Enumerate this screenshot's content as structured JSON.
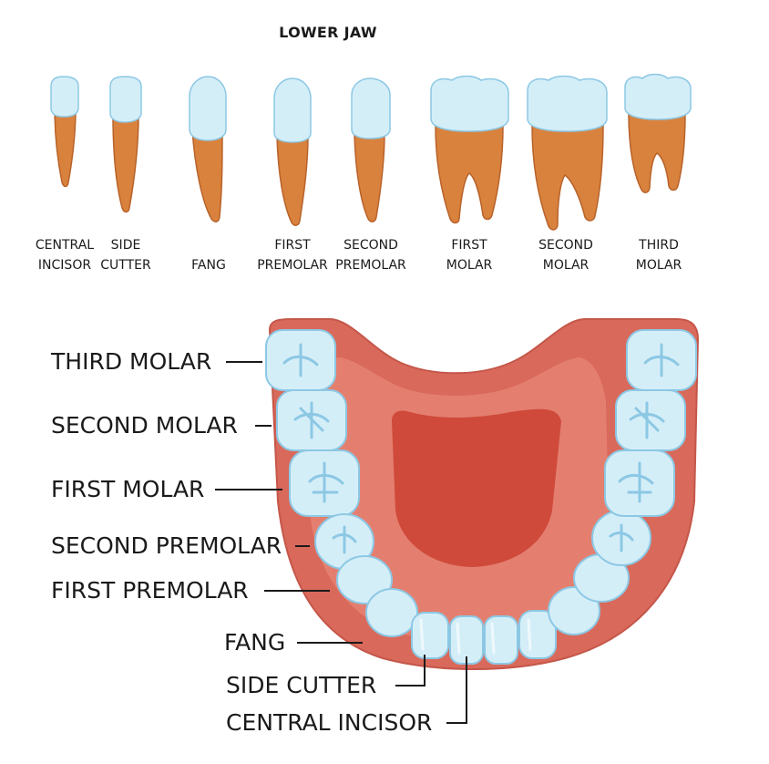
{
  "title": "LOWER JAW",
  "teeth_row": [
    {
      "key": "central-incisor",
      "label": "CENTRAL\nINCISOR"
    },
    {
      "key": "side-cutter",
      "label": "SIDE\nCUTTER"
    },
    {
      "key": "fang",
      "label": "FANG"
    },
    {
      "key": "first-premolar",
      "label": "FIRST\nPREMOLAR"
    },
    {
      "key": "second-premolar",
      "label": "SECOND\nPREMOLAR"
    },
    {
      "key": "first-molar",
      "label": "FIRST\nMOLAR"
    },
    {
      "key": "second-molar",
      "label": "SECOND\nMOLAR"
    },
    {
      "key": "third-molar",
      "label": "THIRD\nMOLAR"
    }
  ],
  "callouts": [
    {
      "key": "third-molar",
      "text": "THIRD MOLAR"
    },
    {
      "key": "second-molar",
      "text": "SECOND MOLAR"
    },
    {
      "key": "first-molar",
      "text": "FIRST MOLAR"
    },
    {
      "key": "second-premolar",
      "text": "SECOND PREMOLAR"
    },
    {
      "key": "first-premolar",
      "text": "FIRST PREMOLAR"
    },
    {
      "key": "fang",
      "text": "FANG"
    },
    {
      "key": "side-cutter",
      "text": "SIDE CUTTER"
    },
    {
      "key": "central-incisor",
      "text": "CENTRAL INCISOR"
    }
  ],
  "colors": {
    "enamel": "#d4eef8",
    "enamel_shade": "#aedbf0",
    "enamel_outline": "#8cc8e4",
    "root": "#d9823e",
    "root_dark": "#b8622a",
    "gum": "#d9695a",
    "gum_light": "#e8857a",
    "tongue": "#cf4a3a"
  }
}
